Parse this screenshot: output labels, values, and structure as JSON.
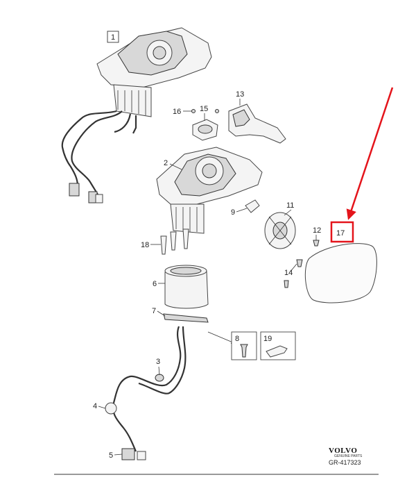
{
  "callouts": {
    "p1": "1",
    "p2": "2",
    "p3": "3",
    "p4": "4",
    "p5": "5",
    "p6": "6",
    "p7": "7",
    "p8": "8",
    "p9": "9",
    "p11": "11",
    "p12": "12",
    "p13": "13",
    "p14": "14",
    "p15": "15",
    "p16": "16",
    "p17": "17",
    "p18": "18",
    "p19": "19"
  },
  "highlight": {
    "part": "17",
    "color": "#e4141b"
  },
  "footer": {
    "brand": "VOLVO",
    "brand_sub": "GENUINE PARTS",
    "reference": "GR-417323"
  }
}
